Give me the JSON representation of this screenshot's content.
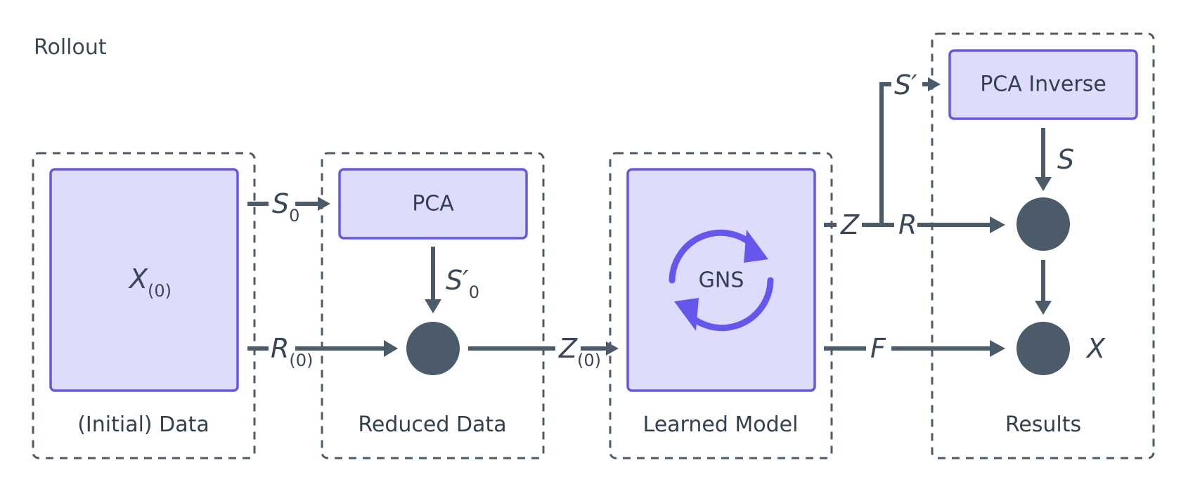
{
  "title": "Rollout",
  "groups": {
    "initial": "(Initial) Data",
    "reduced": "Reduced Data",
    "learned": "Learned Model",
    "results": "Results"
  },
  "boxes": {
    "x0": "X",
    "x0_sub": "(0)",
    "pca": "PCA",
    "gns": "GNS",
    "pca_inverse": "PCA Inverse"
  },
  "variables": {
    "s0": "S",
    "s0_sub": "0",
    "r0": "R",
    "r0_sub": "(0)",
    "s0p": "S′",
    "s0p_sub": "0",
    "z0": "Z",
    "z0_sub": "(0)",
    "z": "Z",
    "r": "R",
    "sp": "S′",
    "f": "F",
    "s": "S",
    "x": "X"
  },
  "colors": {
    "box_fill": "#dedcfb",
    "box_stroke": "#6557ee",
    "line": "#4c5b6a",
    "gns_arrow": "#6557ee"
  }
}
